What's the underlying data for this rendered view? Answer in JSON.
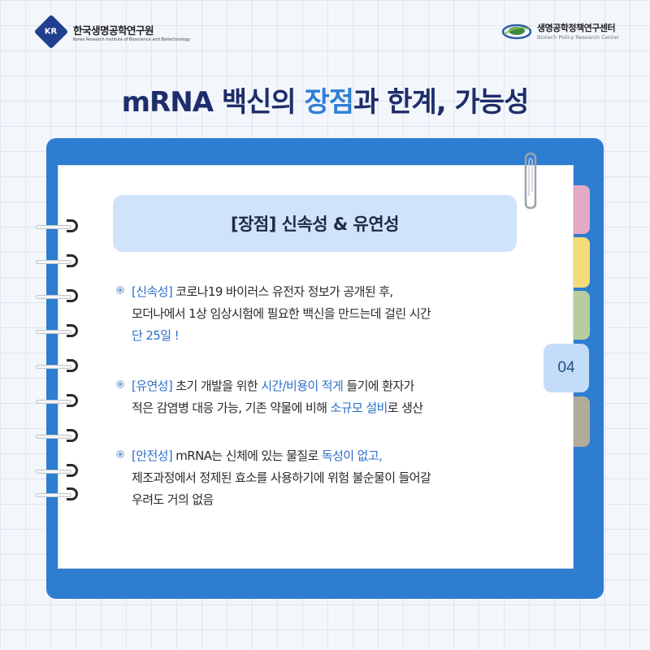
{
  "header": {
    "left_logo_mark": "KR",
    "left_org_kr": "한국생명공학연구원",
    "left_org_en": "Korea Research Institute of Bioscience and Biotechnology",
    "right_org_kr": "생명공학정책연구센터",
    "right_org_en": "Biotech Policy Research Center"
  },
  "title": {
    "part1": "mRNA 백신의 ",
    "highlight": "장점",
    "part2": "과 한계, 가능성"
  },
  "section": {
    "heading": "[장점] 신속성 & 유연성",
    "page_number": "04"
  },
  "items": [
    {
      "tag": "[신속성]",
      "line1": " 코로나19 바이러스 유전자 정보가 공개된 후,",
      "line2": "모더나에서 1상 임상시험에 필요한 백신을 만드는데 걸린 시간",
      "line3": "단 25일 !"
    },
    {
      "tag": "[유연성]",
      "seg1": " 초기 개발을 위한 ",
      "hl1": "시간/비용이 적게",
      "seg2": " 들기에 환자가",
      "line2a": "적은 감염병 대응 가능, 기존 약물에 비해 ",
      "hl2": "소규모 설비",
      "line2b": "로 생산"
    },
    {
      "tag": "[안전성]",
      "seg1": " mRNA는 신체에 있는 물질로 ",
      "hl1": "독성이 없고,",
      "line2": "제조과정에서 정제된 효소를 사용하기에 위험 불순물이 들어갈",
      "line3": "우려도 거의 없음"
    }
  ],
  "colors": {
    "title": "#1e2d6b",
    "accent": "#2f7fd6",
    "binder": "#2d7dd0",
    "section_bg": "#cfe3fa",
    "highlight_text": "#2c6fc8",
    "tab_pink": "#e4a9c5",
    "tab_yellow": "#f5dc7a",
    "tab_green": "#b7cda0",
    "tab_gray": "#b2ab9a"
  },
  "icons": {
    "left_logo": "kribb-diamond-logo-icon",
    "right_logo": "globe-swoosh-logo-icon",
    "clip": "paperclip-icon",
    "rings": "binder-ring-icon",
    "bullet": "circle-bullet-icon"
  }
}
